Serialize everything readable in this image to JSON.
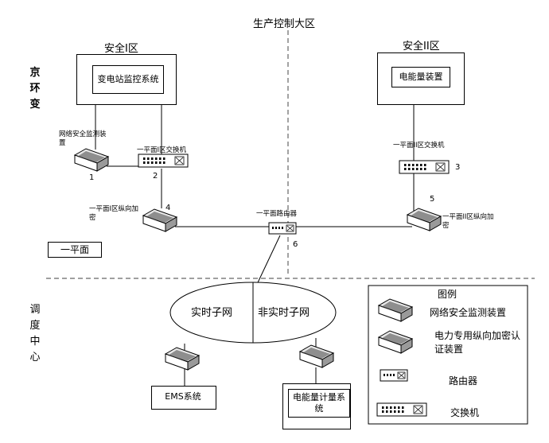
{
  "title": "生产控制大区",
  "side_label_station": "京环变",
  "side_label_dispatch": "调度中心",
  "plane_label": "一平面",
  "zone1": {
    "label": "安全I区",
    "system": "变电站监控系统"
  },
  "zone2": {
    "label": "安全II区",
    "system": "电能量装置"
  },
  "devices": {
    "monitor_label": "网络安全监测装置",
    "switch1_label": "一平面I区交换机",
    "switch2_label": "一平面II区交换机",
    "encrypt1_label": "一平面I区纵向加密",
    "encrypt2_label": "一平面II区纵向加密",
    "router_label": "一平面路由器"
  },
  "numbers": {
    "n1": "1",
    "n2": "2",
    "n3": "3",
    "n4": "4",
    "n5": "5",
    "n6": "6"
  },
  "network": {
    "realtime": "实时子网",
    "nonrealtime": "非实时子网"
  },
  "systems": {
    "ems": "EMS系统",
    "metering": "电能量计量系统"
  },
  "legend": {
    "title": "图例",
    "items": [
      {
        "label": "网络安全监测装置",
        "icon": "monitor-device-icon"
      },
      {
        "label": "电力专用纵向加密认证装置",
        "icon": "encryption-device-icon"
      },
      {
        "label": "路由器",
        "icon": "router-icon"
      },
      {
        "label": "交换机",
        "icon": "switch-icon"
      }
    ]
  }
}
